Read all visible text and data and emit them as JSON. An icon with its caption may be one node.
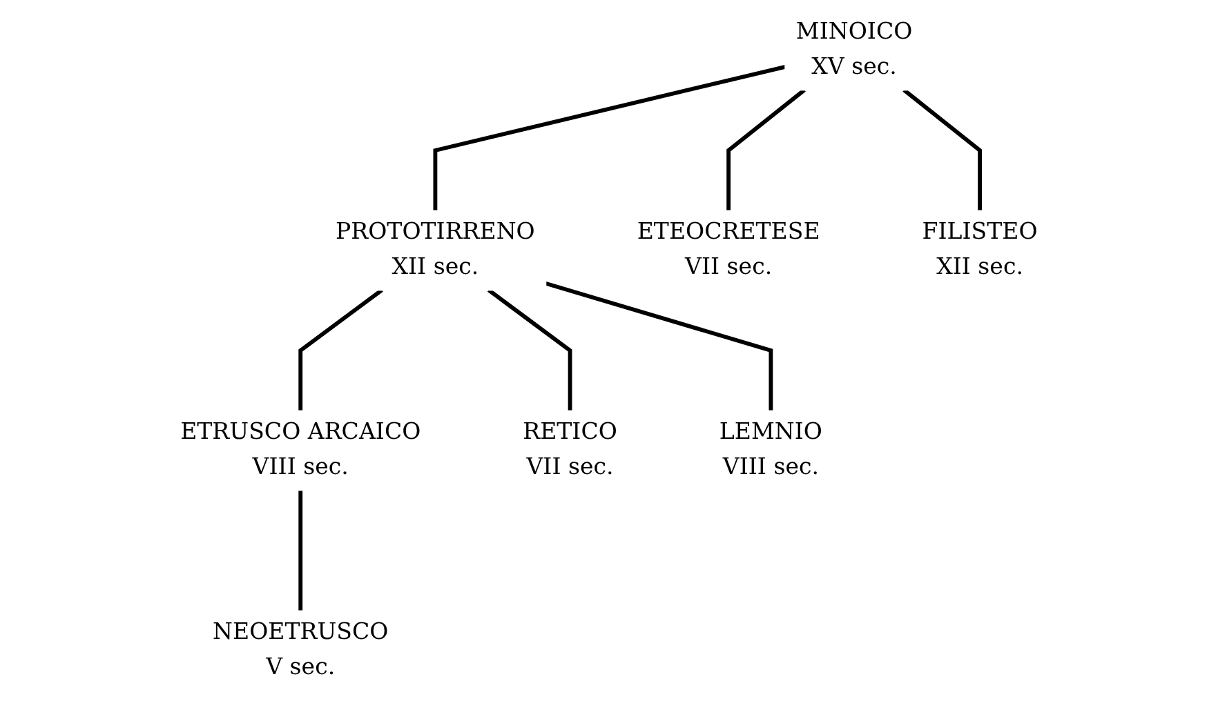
{
  "diagram": {
    "nodes": [
      {
        "text": [
          "MINOICO",
          "XV sec."
        ]
      },
      {
        "text": [
          "PROTOTIRRENO",
          "XII sec."
        ]
      },
      {
        "text": [
          "FILISTEO",
          "XII sec."
        ]
      },
      {
        "text": [
          "ETRUSCO ARCAICO",
          "VIII sec."
        ]
      },
      {
        "text": [
          "RETICO",
          "VII sec."
        ]
      },
      {
        "text": [
          "LEMNIO",
          "VIII sec."
        ]
      },
      {
        "text": [
          "ETEOCRETESE",
          "VII sec."
        ]
      },
      {
        "text": [
          "NEOETRUSCO",
          "V sec."
        ]
      }
    ],
    "edges": [
      {
        "from": 0,
        "to": 1,
        "arrow": "none"
      },
      {
        "from": 0,
        "to": 2,
        "arrow": "none"
      },
      {
        "from": 0,
        "to": 6,
        "arrow": "none"
      },
      {
        "from": 1,
        "to": 3,
        "arrow": "none"
      },
      {
        "from": 1,
        "to": 4,
        "arrow": "none"
      },
      {
        "from": 1,
        "to": 5,
        "arrow": "none"
      },
      {
        "from": 3,
        "to": 7,
        "arrow": "none"
      }
    ]
  }
}
